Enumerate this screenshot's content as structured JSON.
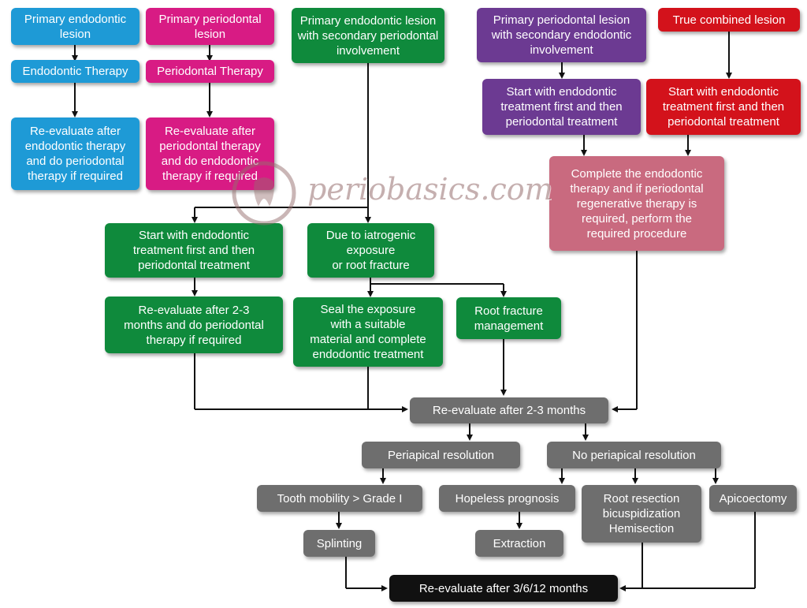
{
  "watermark": {
    "text": "periobasics.com",
    "icon": "tooth-seal-icon"
  },
  "colors": {
    "blue": "#1e9ad6",
    "pink": "#d81b84",
    "green": "#0f8a3c",
    "purple": "#6c3a92",
    "red": "#d3121b",
    "rose": "#c96a7f",
    "gray": "#6e6e6e",
    "black": "#111111",
    "connector": "#111111"
  },
  "nodes": {
    "primary_endo": "Primary endodontic\nlesion",
    "endo_therapy": "Endodontic Therapy",
    "reeval_endo": "Re-evaluate after\nendodontic therapy\nand do periodontal\ntherapy if required",
    "primary_perio": "Primary periodontal\nlesion",
    "perio_therapy": "Periodontal Therapy",
    "reeval_perio": "Re-evaluate after\nperiodontal therapy\nand do endodontic\ntherapy if required",
    "endo_sec_perio": "Primary endodontic lesion\nwith secondary periodontal\ninvolvement",
    "start_endo_green": "Start with endodontic\ntreatment first and then\nperiodontal treatment",
    "reeval_2_3_green": "Re-evaluate after 2-3\nmonths and do periodontal\ntherapy if required",
    "iatrogenic": "Due to iatrogenic\nexposure\nor root fracture",
    "seal_exposure": "Seal the exposure\nwith a suitable\nmaterial and complete\nendodontic treatment",
    "root_fracture": "Root fracture\nmanagement",
    "perio_sec_endo": "Primary periodontal lesion\nwith secondary endodontic\ninvolvement",
    "start_endo_purple": "Start with endodontic\ntreatment first and then\nperiodontal treatment",
    "true_combined": "True combined lesion",
    "start_endo_red": "Start with endodontic\ntreatment first and then\nperiodontal treatment",
    "complete_endo": "Complete the endodontic\ntherapy and if periodontal\nregenerative therapy is\nrequired, perform the\nrequired procedure",
    "reeval_2_3": "Re-evaluate after 2-3 months",
    "periapical_res": "Periapical resolution",
    "no_periapical_res": "No periapical resolution",
    "tooth_mobility": "Tooth mobility > Grade I",
    "splinting": "Splinting",
    "hopeless": "Hopeless prognosis",
    "extraction": "Extraction",
    "root_resection": "Root resection\nbicuspidization\nHemisection",
    "apicoectomy": "Apicoectomy",
    "reeval_3_6_12": "Re-evaluate after 3/6/12 months"
  }
}
